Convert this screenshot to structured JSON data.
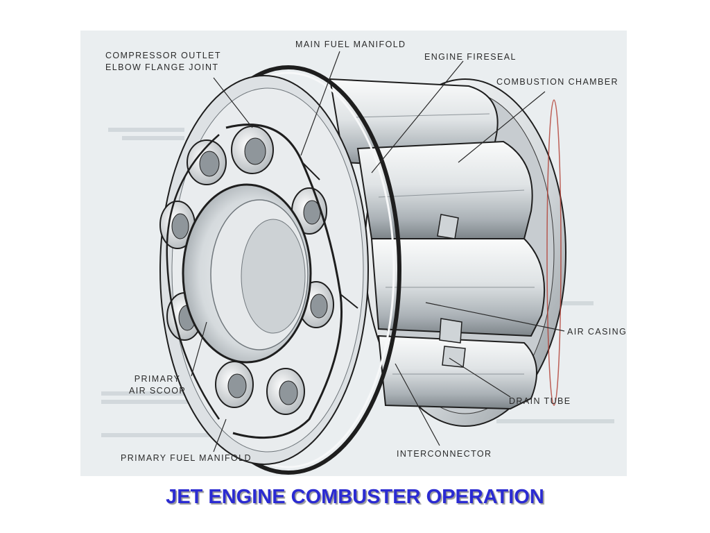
{
  "slide": {
    "title": "JET ENGINE COMBUSTER OPERATION",
    "title_color": "#2b2bd2"
  },
  "diagram": {
    "subject": "cutaway illustration of a combustion section assembly",
    "labels": {
      "compressor_outlet_line1": "COMPRESSOR OUTLET",
      "compressor_outlet_line2": "ELBOW FLANGE JOINT",
      "main_fuel_manifold": "MAIN FUEL MANIFOLD",
      "engine_fireseal": "ENGINE FIRESEAL",
      "combustion_chamber": "COMBUSTION CHAMBER",
      "air_casing": "AIR CASING",
      "primary_air_scoop_line1": "PRIMARY",
      "primary_air_scoop_line2": "AIR SCOOP",
      "drain_tube": "DRAIN TUBE",
      "primary_fuel_manifold": "PRIMARY FUEL MANIFOLD",
      "interconnector": "INTERCONNECTOR"
    },
    "colors": {
      "background": "#eaeef0",
      "metal_light": "#f2f4f5",
      "metal_mid": "#c9ced2",
      "metal_dark": "#7c8388",
      "outline": "#1e1e1e",
      "leader_line": "#2a2a2a",
      "fireseal_accent": "#b03a2e"
    }
  }
}
